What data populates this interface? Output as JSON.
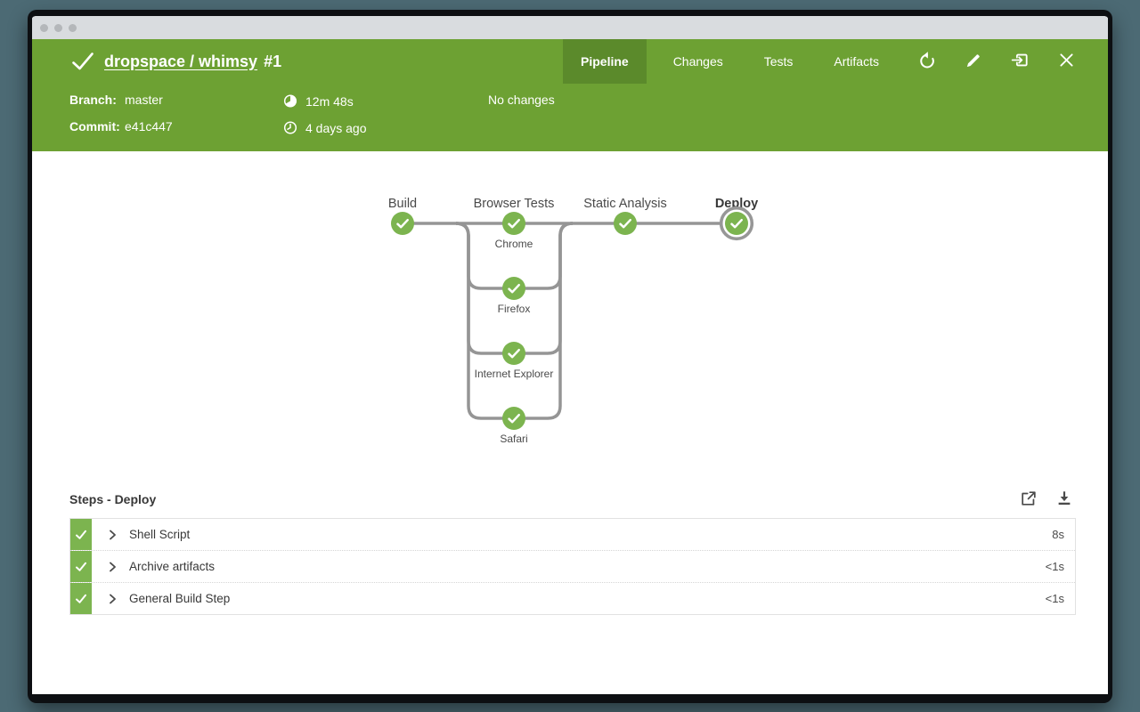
{
  "header": {
    "title": "dropspace / whimsy",
    "build_number": "#1",
    "tabs": [
      {
        "label": "Pipeline",
        "active": true
      },
      {
        "label": "Changes",
        "active": false
      },
      {
        "label": "Tests",
        "active": false
      },
      {
        "label": "Artifacts",
        "active": false
      }
    ],
    "action_icons": [
      "rerun-icon",
      "edit-icon",
      "exit-icon",
      "close-icon"
    ],
    "status": "success"
  },
  "info_bar": {
    "branch_label": "Branch:",
    "branch_value": "master",
    "commit_label": "Commit:",
    "commit_value": "e41c447",
    "duration": "12m 48s",
    "time_ago": "4 days ago",
    "changes": "No changes"
  },
  "pipeline": {
    "stages": [
      {
        "label": "Build",
        "status": "success",
        "selected": false
      },
      {
        "label": "Browser Tests",
        "status": "success",
        "selected": false
      },
      {
        "label": "Static Analysis",
        "status": "success",
        "selected": false
      },
      {
        "label": "Deploy",
        "status": "success",
        "selected": true
      }
    ],
    "branches": [
      {
        "label": "Chrome",
        "status": "success"
      },
      {
        "label": "Firefox",
        "status": "success"
      },
      {
        "label": "Internet Explorer",
        "status": "success"
      },
      {
        "label": "Safari",
        "status": "success"
      }
    ]
  },
  "steps": {
    "heading": "Steps - Deploy",
    "tool_icons": [
      "external-link-icon",
      "download-icon"
    ],
    "rows": [
      {
        "status": "success",
        "label": "Shell Script",
        "duration": "8s"
      },
      {
        "status": "success",
        "label": "Archive artifacts",
        "duration": "<1s"
      },
      {
        "status": "success",
        "label": "General Build Step",
        "duration": "<1s"
      }
    ]
  },
  "icons_unicode": {
    "check": "✓",
    "rerun": "↺",
    "edit": "✏",
    "exit": "⎆",
    "close": "✕",
    "duration": "◷",
    "clock": "🕓",
    "external-link": "↗",
    "download": "⭳",
    "chevron-right": "›"
  },
  "colors": {
    "background_slate": "#4C6A74",
    "header_green": "#6DA133",
    "active_tab_green": "#5B8A2B",
    "node_green": "#7CB44F",
    "connector_gray": "#959595",
    "selected_ring_gray": "#979797",
    "titlebar_gray": "#d9dcdf"
  }
}
